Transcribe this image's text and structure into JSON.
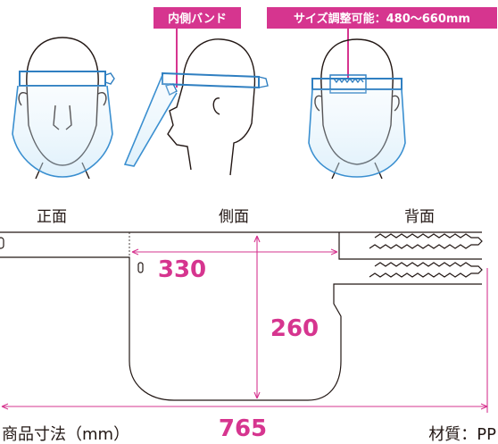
{
  "callouts": {
    "inner_band": "内側バンド",
    "size_adjust": "サイズ調整可能：480〜660mm"
  },
  "views": {
    "front": "正面",
    "side": "側面",
    "back": "背面"
  },
  "dimensions": {
    "width_top": "330",
    "height": "260",
    "total_length": "765"
  },
  "footer": {
    "size_label": "商品寸法（mm）",
    "material": "材質：PP"
  },
  "colors": {
    "accent": "#d6358f",
    "face_shield": "#3a8fd0",
    "band": "#2f7fc1",
    "outline": "#231815"
  }
}
